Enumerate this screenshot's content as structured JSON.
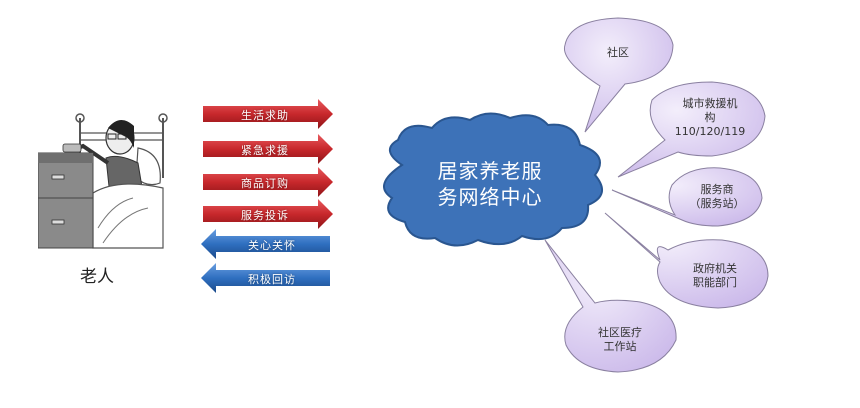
{
  "elder": {
    "label": "老人",
    "icon": "elderly-in-bed-illustration"
  },
  "arrows": {
    "outgoing_color": "#c8282c",
    "incoming_color": "#2f6fc0",
    "outgoing": [
      {
        "label": "生活求助"
      },
      {
        "label": "紧急求援"
      },
      {
        "label": "商品订购"
      },
      {
        "label": "服务投诉"
      }
    ],
    "incoming": [
      {
        "label": "关心关怀"
      },
      {
        "label": "积极回访"
      }
    ]
  },
  "center": {
    "line1": "居家养老服",
    "line2": "务网络中心",
    "color": "#3d72b8"
  },
  "bubbles": {
    "color": "#ddd0f0",
    "items": [
      {
        "lines": [
          "社区"
        ]
      },
      {
        "lines": [
          "城市救援机",
          "构",
          "110/120/119"
        ]
      },
      {
        "lines": [
          "服务商",
          "（服务站）"
        ]
      },
      {
        "lines": [
          "政府机关",
          "职能部门"
        ]
      },
      {
        "lines": [
          "社区医疗",
          "工作站"
        ]
      }
    ]
  }
}
